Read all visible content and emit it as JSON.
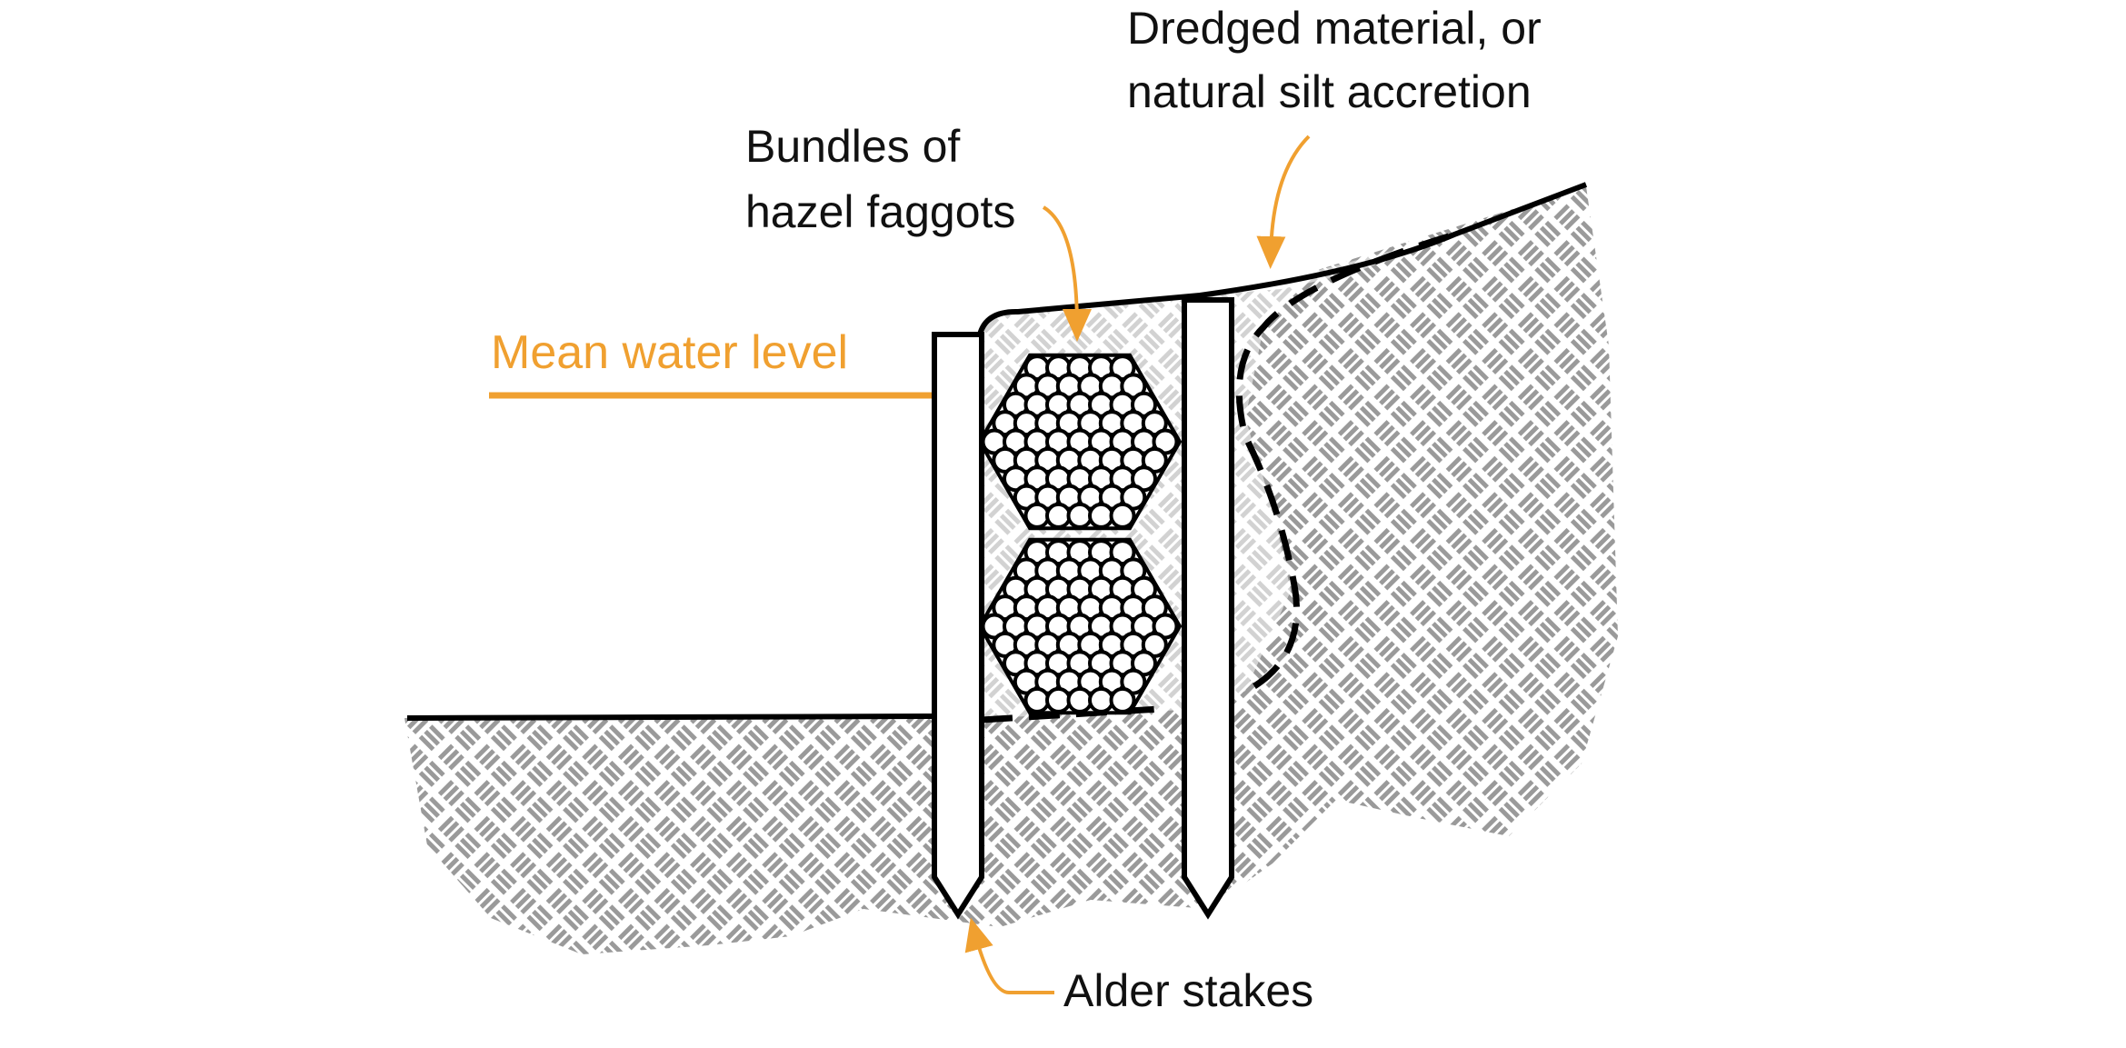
{
  "labels": {
    "dredged_line1": "Dredged material, or",
    "dredged_line2": "natural silt accretion",
    "bundles_line1": "Bundles of",
    "bundles_line2": "hazel faggots",
    "mean_water_level": "Mean water level",
    "alder_stakes": "Alder stakes"
  },
  "colors": {
    "accent": "#f0a030",
    "outline": "#000000",
    "soil_hatch": "#9a9a9a",
    "fill_hatch": "#cfcfcf"
  },
  "icons": {
    "leader_arrow": "arrow-icon",
    "faggot_bundle": "hexagon-bundle-icon",
    "stake": "pointed-stake-icon"
  }
}
